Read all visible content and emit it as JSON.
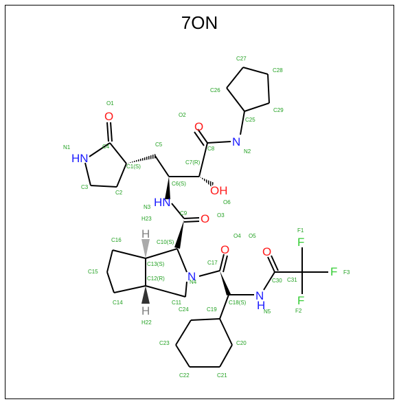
{
  "title": "7ON",
  "colors": {
    "N": "#1a1aff",
    "O": "#ff1a1a",
    "F": "#33cc33",
    "H": "#808080",
    "label": "#20a020"
  },
  "elements": {
    "N_lactam": "HN",
    "O_lactam": "O",
    "O2": "O",
    "N2": "N",
    "OH": "OH",
    "N3": "HN",
    "O3": "O",
    "N4": "N",
    "O4": "O",
    "O5": "O",
    "N5": "N",
    "N5H": "H",
    "F1": "F",
    "F2": "F",
    "F3": "F",
    "H23": "H",
    "H22": "H"
  },
  "atom_labels": {
    "O1": "O1",
    "N1": "N1",
    "C4": "C4",
    "C3": "C3",
    "C2": "C2",
    "C1": "C1(S)",
    "C5": "C5",
    "O2": "O2",
    "C8": "C8",
    "C7": "C7(R)",
    "N2": "N2",
    "C6": "C6(S)",
    "O6": "O6",
    "C25": "C25",
    "C26": "C26",
    "C27": "C27",
    "C28": "C28",
    "C29": "C29",
    "N3": "N3",
    "C9": "C9",
    "O3": "O3",
    "H23": "H23",
    "C10": "C10(S)",
    "C16": "C16",
    "C13": "C13(S)",
    "C15": "C15",
    "C12": "C12(R)",
    "C14": "C14",
    "C11": "C11",
    "N4": "N4",
    "H22": "H22",
    "C24": "C24",
    "O4": "O4",
    "O5": "O5",
    "C17": "C17",
    "C18": "C18(S)",
    "C19": "C19",
    "C30": "C30",
    "C31": "C31",
    "N5": "N5",
    "F1": "F1",
    "F2": "F2",
    "F3": "F3",
    "C20": "C20",
    "C21": "C21",
    "C22": "C22",
    "C23": "C23"
  }
}
